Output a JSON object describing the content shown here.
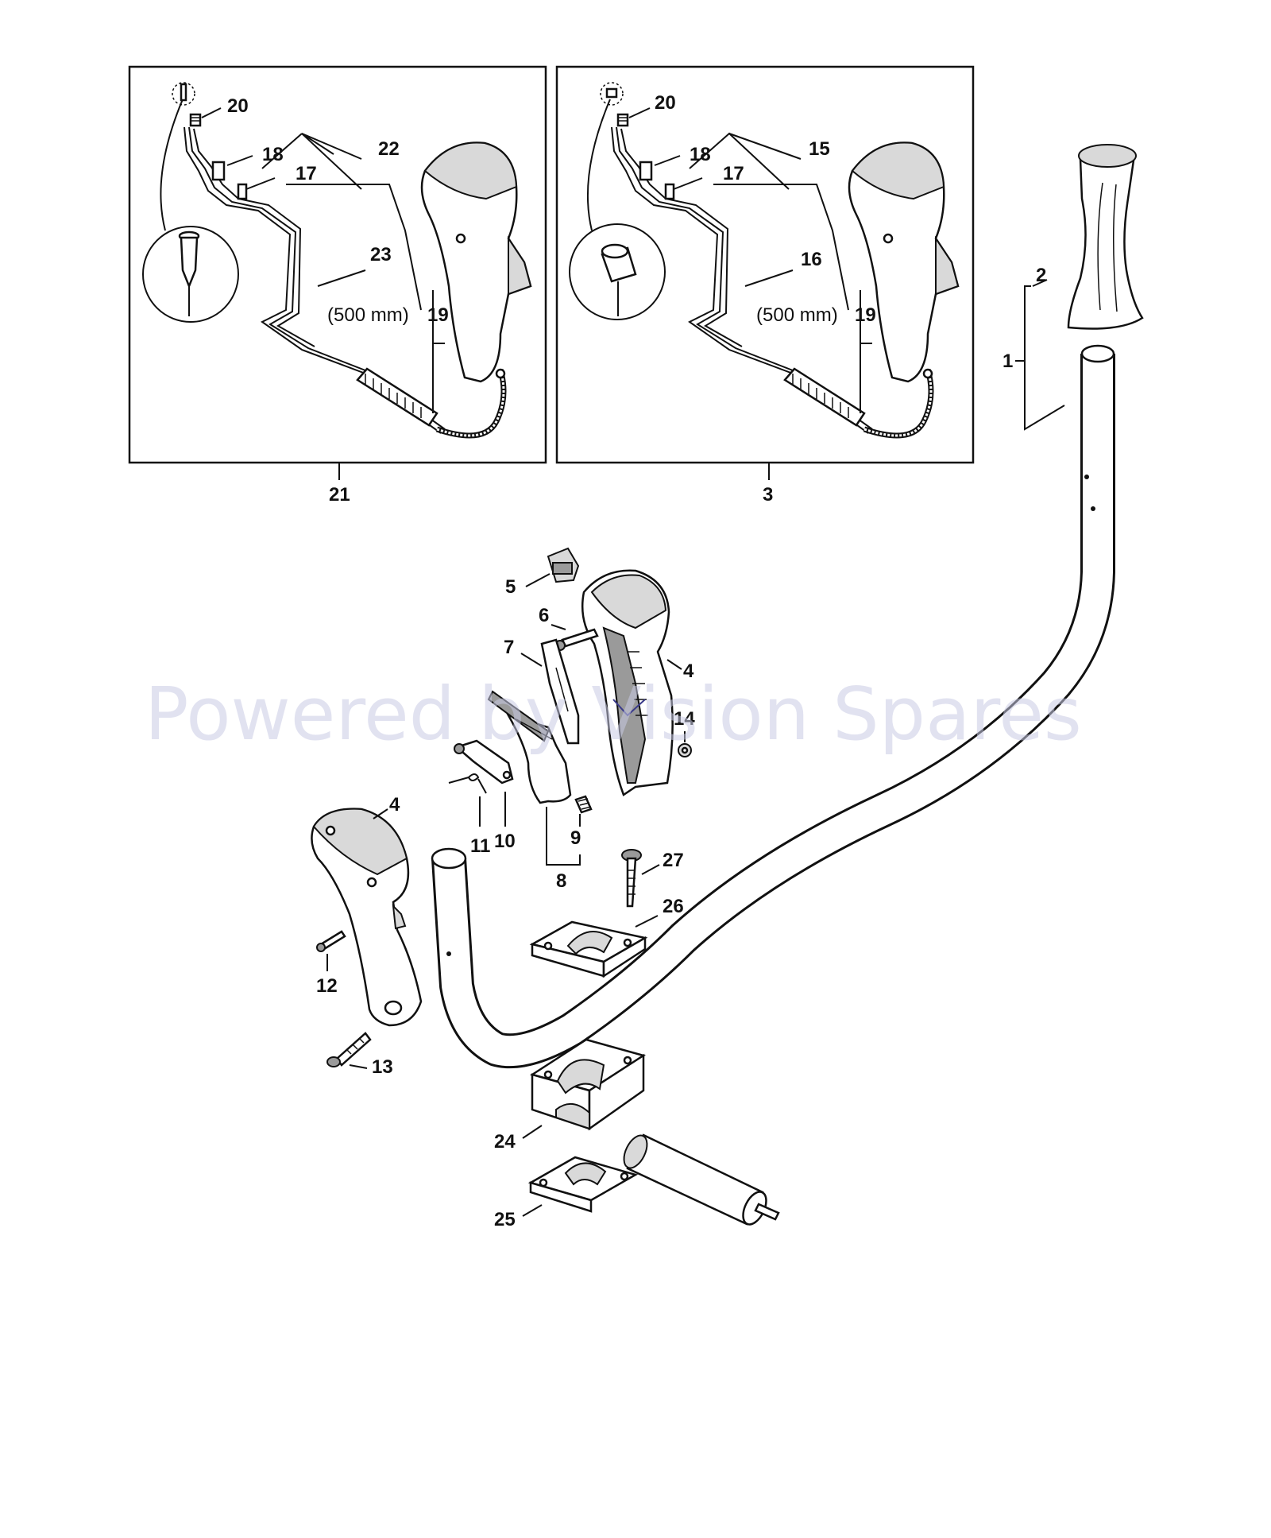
{
  "watermark": "Powered by Vision Spares",
  "inset_left": {
    "caption": "21",
    "callouts": {
      "screw": "20",
      "terminal": "18",
      "contact": "17",
      "harness": "22",
      "cable": "23",
      "length": "(500 mm)",
      "wire": "19"
    }
  },
  "inset_right": {
    "caption": "3",
    "callouts": {
      "screw": "20",
      "terminal": "18",
      "contact": "17",
      "harness": "15",
      "cable": "16",
      "length": "(500 mm)",
      "wire": "19"
    }
  },
  "callouts": {
    "handlebar": "1",
    "grip": "2",
    "handle_housing_right": "4",
    "handle_housing_left": "4",
    "switch": "5",
    "pin": "6",
    "lever": "7",
    "trigger_set": "8",
    "spring_small": "9",
    "interlock_lever": "10",
    "torsion_spring": "11",
    "screw_short": "12",
    "screw_long": "13",
    "nut": "14",
    "clamp_base": "24",
    "clamp_lower": "25",
    "clamp_upper": "26",
    "clamp_screw": "27"
  }
}
